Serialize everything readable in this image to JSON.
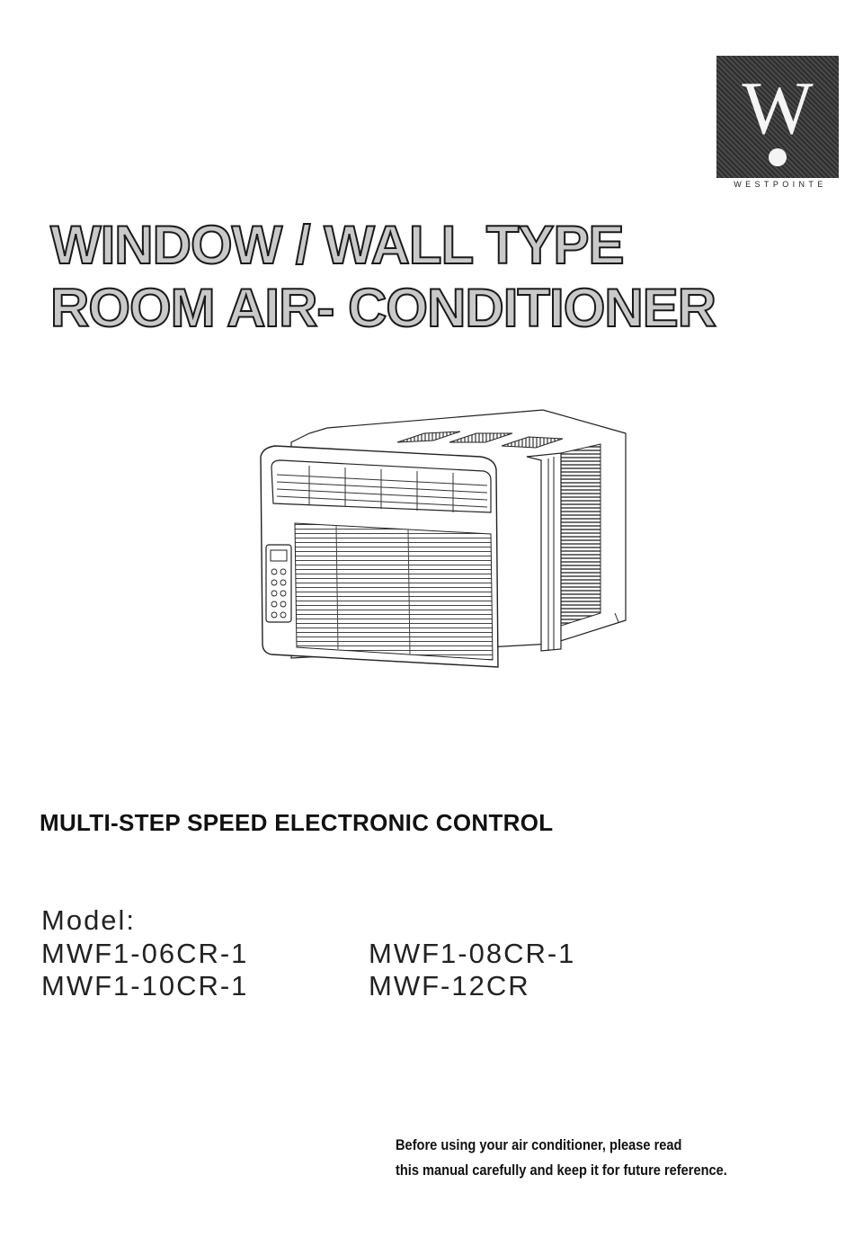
{
  "brand": {
    "letter": "W",
    "name": "WESTPOINTE"
  },
  "title": {
    "line1": "WINDOW / WALL TYPE",
    "line2": "ROOM  AIR- CONDITIONER"
  },
  "subtitle": "MULTI-STEP SPEED ELECTRONIC CONTROL",
  "models": {
    "label": "Model:",
    "list": [
      "MWF1-06CR-1",
      "MWF1-08CR-1",
      "MWF1-10CR-1",
      "MWF-12CR"
    ]
  },
  "note": {
    "line1": "Before using your air conditioner, please read",
    "line2": "this manual carefully and keep it for future reference."
  },
  "colors": {
    "logo_background": "#3a3a3a",
    "title_fill": "#c9c9c9",
    "title_outline": "#1a1a1a"
  }
}
